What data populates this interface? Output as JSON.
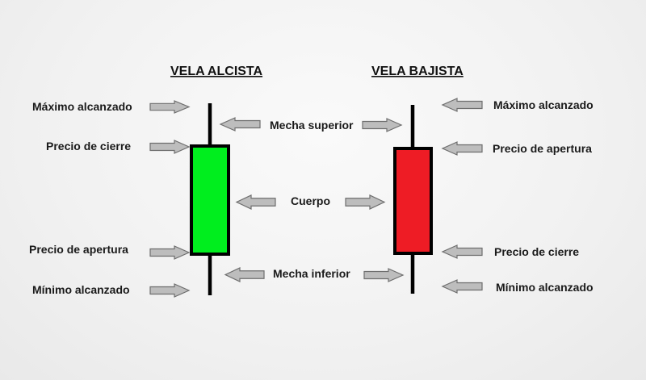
{
  "bullish": {
    "title": "VELA ALCISTA",
    "body_color": "#00ee1e",
    "labels": {
      "max": "Máximo alcanzado",
      "close": "Precio de cierre",
      "open": "Precio de apertura",
      "min": "Mínimo alcanzado"
    }
  },
  "bearish": {
    "title": "VELA BAJISTA",
    "body_color": "#ee1c25",
    "labels": {
      "max": "Máximo alcanzado",
      "open": "Precio de apertura",
      "close": "Precio de cierre",
      "min": "Mínimo alcanzado"
    }
  },
  "center": {
    "upper_wick": "Mecha superior",
    "body": "Cuerpo",
    "lower_wick": "Mecha inferior"
  },
  "colors": {
    "arrow_fill": "#bdbdbd",
    "arrow_stroke": "#6e6e6e",
    "background": "#f1f1f1"
  }
}
